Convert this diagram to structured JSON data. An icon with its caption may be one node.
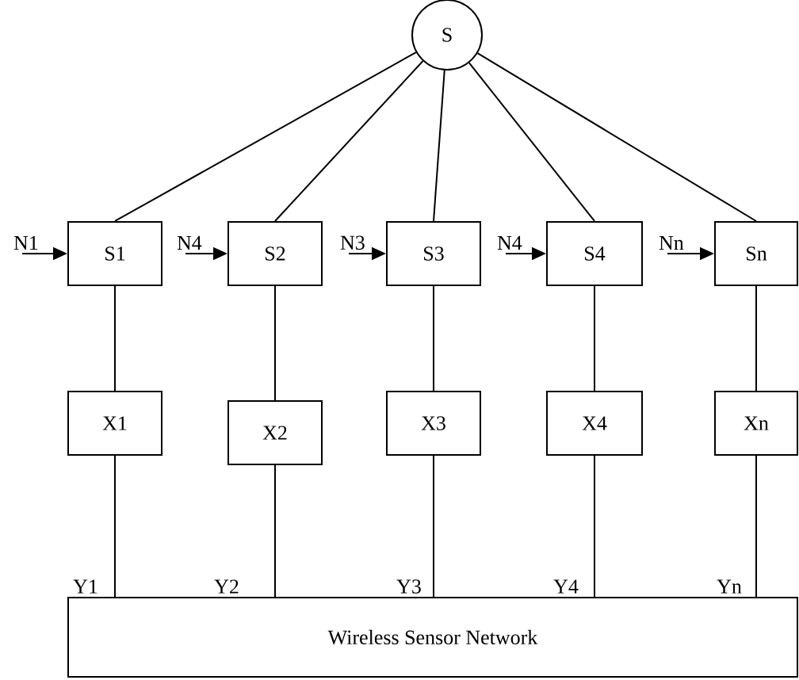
{
  "diagram": {
    "nodes": [
      {
        "text": [
          "S"
        ]
      },
      {
        "text": [
          "S1"
        ]
      },
      {
        "text": [
          "S2"
        ]
      },
      {
        "text": [
          "S3"
        ]
      },
      {
        "text": [
          "S4"
        ]
      },
      {
        "text": [
          "Sn"
        ]
      },
      {
        "text": [
          "X1"
        ]
      },
      {
        "text": [
          "X2"
        ]
      },
      {
        "text": [
          "X3"
        ]
      },
      {
        "text": [
          "X4"
        ]
      },
      {
        "text": [
          "Xn"
        ]
      },
      {
        "text": [
          "Wireless Sensor Network"
        ]
      },
      {
        "text": [
          "N1"
        ]
      },
      {
        "text": [
          "N4"
        ]
      },
      {
        "text": [
          "N3"
        ]
      },
      {
        "text": [
          "N4"
        ]
      },
      {
        "text": [
          "Nn"
        ]
      }
    ],
    "edges": [
      {
        "from": 0,
        "to": 1,
        "arrow": "none"
      },
      {
        "from": 0,
        "to": 2,
        "arrow": "none"
      },
      {
        "from": 0,
        "to": 3,
        "arrow": "none"
      },
      {
        "from": 0,
        "to": 4,
        "arrow": "none"
      },
      {
        "from": 0,
        "to": 5,
        "arrow": "none"
      },
      {
        "from": 12,
        "to": 1,
        "arrow": "to"
      },
      {
        "from": 13,
        "to": 2,
        "arrow": "to"
      },
      {
        "from": 14,
        "to": 3,
        "arrow": "to"
      },
      {
        "from": 15,
        "to": 4,
        "arrow": "to"
      },
      {
        "from": 16,
        "to": 5,
        "arrow": "to"
      },
      {
        "from": 1,
        "to": 6,
        "arrow": "none"
      },
      {
        "from": 2,
        "to": 7,
        "arrow": "none"
      },
      {
        "from": 3,
        "to": 8,
        "arrow": "none"
      },
      {
        "from": 4,
        "to": 9,
        "arrow": "none"
      },
      {
        "from": 5,
        "to": 10,
        "arrow": "none"
      },
      {
        "from": 6,
        "to": 11,
        "arrow": "none"
      },
      {
        "from": 7,
        "to": 11,
        "arrow": "none"
      },
      {
        "from": 8,
        "to": 11,
        "arrow": "none"
      },
      {
        "from": 9,
        "to": 11,
        "arrow": "none"
      },
      {
        "from": 10,
        "to": 11,
        "arrow": "none"
      }
    ],
    "labels": [
      "Y1",
      "Y2",
      "Y3",
      "Y4",
      "Yn"
    ]
  }
}
